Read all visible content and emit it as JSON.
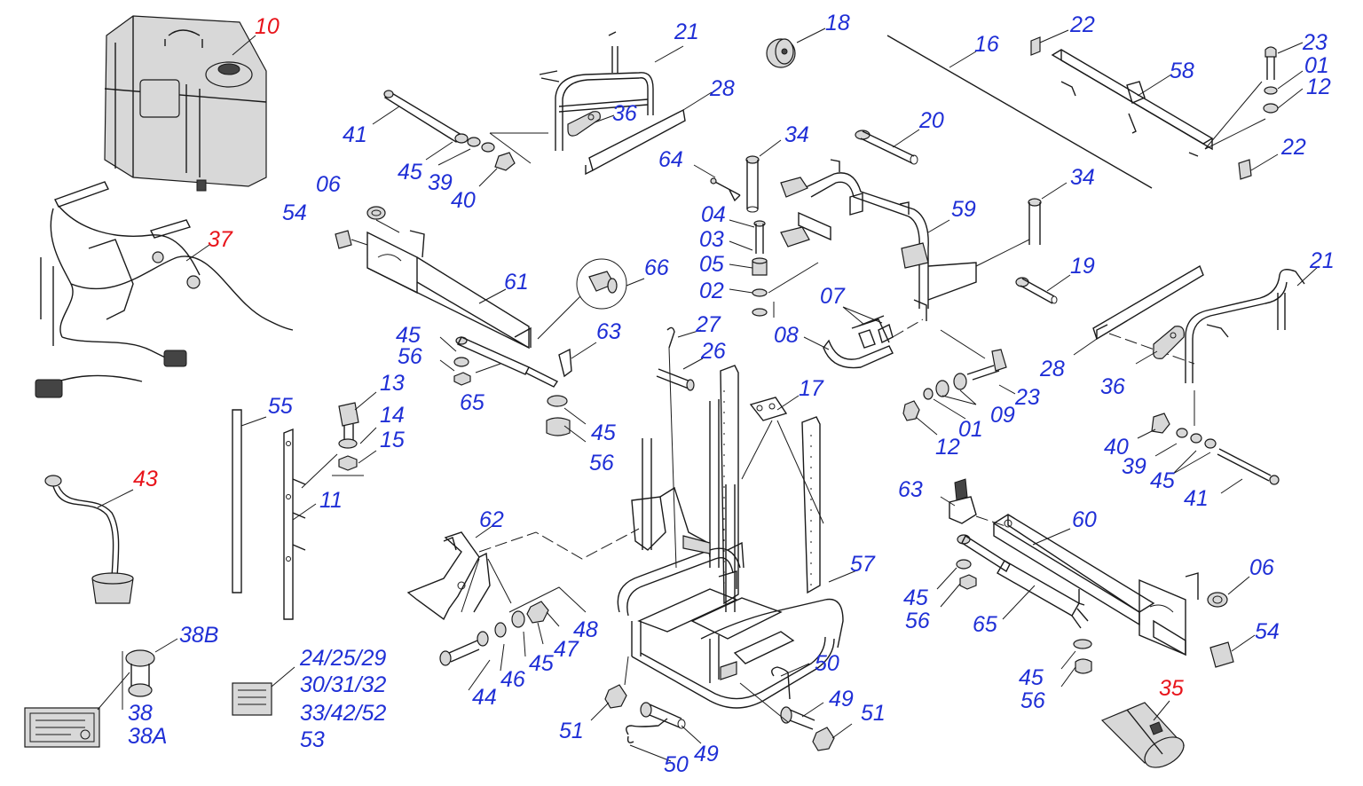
{
  "colors": {
    "label": "#1f2fd6",
    "highlight": "#e8141b",
    "line": "#1a1a1a"
  },
  "labels": [
    {
      "id": "l10",
      "text": "10",
      "tone": "highlight"
    },
    {
      "id": "l21a",
      "text": "21",
      "tone": "label"
    },
    {
      "id": "l18",
      "text": "18",
      "tone": "label"
    },
    {
      "id": "l16",
      "text": "16",
      "tone": "label"
    },
    {
      "id": "l22a",
      "text": "22",
      "tone": "label"
    },
    {
      "id": "l23a",
      "text": "23",
      "tone": "label"
    },
    {
      "id": "l58",
      "text": "58",
      "tone": "label"
    },
    {
      "id": "l01a",
      "text": "01",
      "tone": "label"
    },
    {
      "id": "l12a",
      "text": "12",
      "tone": "label"
    },
    {
      "id": "l28a",
      "text": "28",
      "tone": "label"
    },
    {
      "id": "l36a",
      "text": "36",
      "tone": "label"
    },
    {
      "id": "l41a",
      "text": "41",
      "tone": "label"
    },
    {
      "id": "l45a",
      "text": "45",
      "tone": "label"
    },
    {
      "id": "l39a",
      "text": "39",
      "tone": "label"
    },
    {
      "id": "l40a",
      "text": "40",
      "tone": "label"
    },
    {
      "id": "l34a",
      "text": "34",
      "tone": "label"
    },
    {
      "id": "l20",
      "text": "20",
      "tone": "label"
    },
    {
      "id": "l22b",
      "text": "22",
      "tone": "label"
    },
    {
      "id": "l64",
      "text": "64",
      "tone": "label"
    },
    {
      "id": "l06a",
      "text": "06",
      "tone": "label"
    },
    {
      "id": "l54a",
      "text": "54",
      "tone": "label"
    },
    {
      "id": "l37",
      "text": "37",
      "tone": "highlight"
    },
    {
      "id": "l04",
      "text": "04",
      "tone": "label"
    },
    {
      "id": "l59",
      "text": "59",
      "tone": "label"
    },
    {
      "id": "l34b",
      "text": "34",
      "tone": "label"
    },
    {
      "id": "l03",
      "text": "03",
      "tone": "label"
    },
    {
      "id": "l05",
      "text": "05",
      "tone": "label"
    },
    {
      "id": "l61",
      "text": "61",
      "tone": "label"
    },
    {
      "id": "l66",
      "text": "66",
      "tone": "label"
    },
    {
      "id": "l19",
      "text": "19",
      "tone": "label"
    },
    {
      "id": "l21b",
      "text": "21",
      "tone": "label"
    },
    {
      "id": "l02",
      "text": "02",
      "tone": "label"
    },
    {
      "id": "l07",
      "text": "07",
      "tone": "label"
    },
    {
      "id": "l45b",
      "text": "45",
      "tone": "label"
    },
    {
      "id": "l27",
      "text": "27",
      "tone": "label"
    },
    {
      "id": "l63a",
      "text": "63",
      "tone": "label"
    },
    {
      "id": "l08",
      "text": "08",
      "tone": "label"
    },
    {
      "id": "l56a",
      "text": "56",
      "tone": "label"
    },
    {
      "id": "l26",
      "text": "26",
      "tone": "label"
    },
    {
      "id": "l28b",
      "text": "28",
      "tone": "label"
    },
    {
      "id": "l36b",
      "text": "36",
      "tone": "label"
    },
    {
      "id": "l13",
      "text": "13",
      "tone": "label"
    },
    {
      "id": "l17",
      "text": "17",
      "tone": "label"
    },
    {
      "id": "l23b",
      "text": "23",
      "tone": "label"
    },
    {
      "id": "l65a",
      "text": "65",
      "tone": "label"
    },
    {
      "id": "l55",
      "text": "55",
      "tone": "label"
    },
    {
      "id": "l14",
      "text": "14",
      "tone": "label"
    },
    {
      "id": "l45c",
      "text": "45",
      "tone": "label"
    },
    {
      "id": "l09",
      "text": "09",
      "tone": "label"
    },
    {
      "id": "l01b",
      "text": "01",
      "tone": "label"
    },
    {
      "id": "l15",
      "text": "15",
      "tone": "label"
    },
    {
      "id": "l12b",
      "text": "12",
      "tone": "label"
    },
    {
      "id": "l40b",
      "text": "40",
      "tone": "label"
    },
    {
      "id": "l56b",
      "text": "56",
      "tone": "label"
    },
    {
      "id": "l39b",
      "text": "39",
      "tone": "label"
    },
    {
      "id": "l43",
      "text": "43",
      "tone": "highlight"
    },
    {
      "id": "l45d",
      "text": "45",
      "tone": "label"
    },
    {
      "id": "l11",
      "text": "11",
      "tone": "label"
    },
    {
      "id": "l63b",
      "text": "63",
      "tone": "label"
    },
    {
      "id": "l41b",
      "text": "41",
      "tone": "label"
    },
    {
      "id": "l60",
      "text": "60",
      "tone": "label"
    },
    {
      "id": "l62",
      "text": "62",
      "tone": "label"
    },
    {
      "id": "l57",
      "text": "57",
      "tone": "label"
    },
    {
      "id": "l06b",
      "text": "06",
      "tone": "label"
    },
    {
      "id": "l45e",
      "text": "45",
      "tone": "label"
    },
    {
      "id": "l48",
      "text": "48",
      "tone": "label"
    },
    {
      "id": "l56c",
      "text": "56",
      "tone": "label"
    },
    {
      "id": "l47",
      "text": "47",
      "tone": "label"
    },
    {
      "id": "l65b",
      "text": "65",
      "tone": "label"
    },
    {
      "id": "l54b",
      "text": "54",
      "tone": "label"
    },
    {
      "id": "l38B",
      "text": "38B",
      "tone": "label"
    },
    {
      "id": "l2425",
      "text": "24/25/29",
      "tone": "label"
    },
    {
      "id": "l45f",
      "text": "45",
      "tone": "label"
    },
    {
      "id": "l46",
      "text": "46",
      "tone": "label"
    },
    {
      "id": "l50a",
      "text": "50",
      "tone": "label"
    },
    {
      "id": "l3031",
      "text": "30/31/32",
      "tone": "label"
    },
    {
      "id": "l44",
      "text": "44",
      "tone": "label"
    },
    {
      "id": "l45g",
      "text": "45",
      "tone": "label"
    },
    {
      "id": "l35",
      "text": "35",
      "tone": "highlight"
    },
    {
      "id": "l56d",
      "text": "56",
      "tone": "label"
    },
    {
      "id": "l49a",
      "text": "49",
      "tone": "label"
    },
    {
      "id": "l38",
      "text": "38",
      "tone": "label"
    },
    {
      "id": "l3342",
      "text": "33/42/52",
      "tone": "label"
    },
    {
      "id": "l51a",
      "text": "51",
      "tone": "label"
    },
    {
      "id": "l51b",
      "text": "51",
      "tone": "label"
    },
    {
      "id": "l38A",
      "text": "38A",
      "tone": "label"
    },
    {
      "id": "l53",
      "text": "53",
      "tone": "label"
    },
    {
      "id": "l49b",
      "text": "49",
      "tone": "label"
    },
    {
      "id": "l50b",
      "text": "50",
      "tone": "label"
    }
  ]
}
